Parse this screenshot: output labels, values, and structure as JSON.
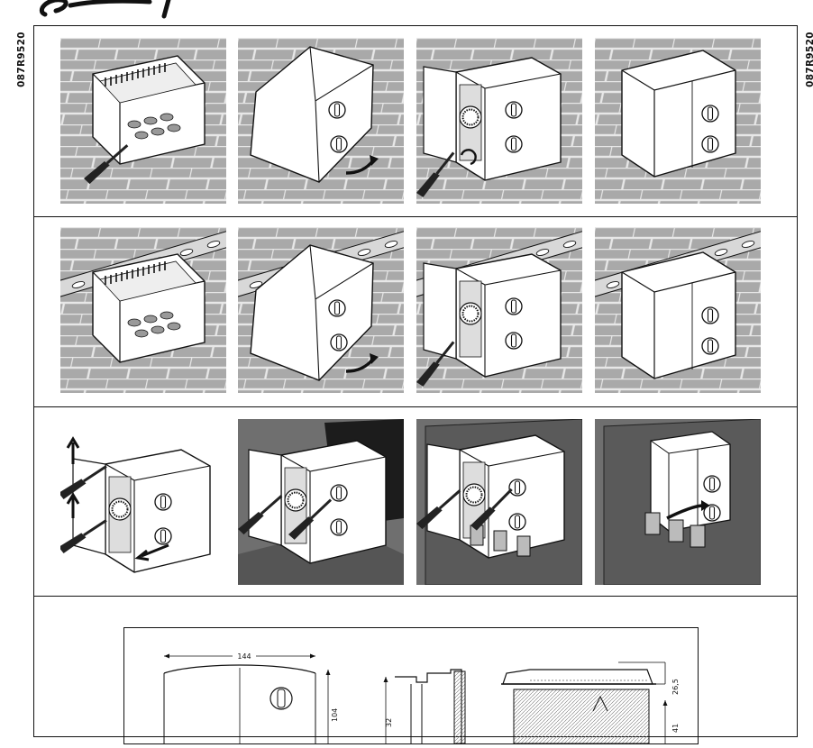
{
  "side_code": "087R9520",
  "dimensions": {
    "width": "144",
    "height": "104",
    "depth": "32",
    "top_offset": "26,5",
    "rail_offset": "41"
  },
  "rows": [
    {
      "name": "wall-mounting",
      "panels": [
        "open-base-drill",
        "tilt-cover-on",
        "fasten-screws",
        "closed-unit"
      ]
    },
    {
      "name": "din-rail-mounting",
      "panels": [
        "open-base-on-rail",
        "tilt-cover-on",
        "fasten-screws",
        "closed-unit"
      ]
    },
    {
      "name": "panel-mounting",
      "panels": [
        "remove-clips",
        "insert-into-cutout",
        "secure-screws",
        "finished-panel"
      ]
    }
  ],
  "colors": {
    "line": "#111111",
    "brick_bg": "#a9a9a9",
    "brick_line": "#e8e8e8",
    "panel_dark": "#6f6f6f",
    "unit_fill": "#ffffff"
  }
}
